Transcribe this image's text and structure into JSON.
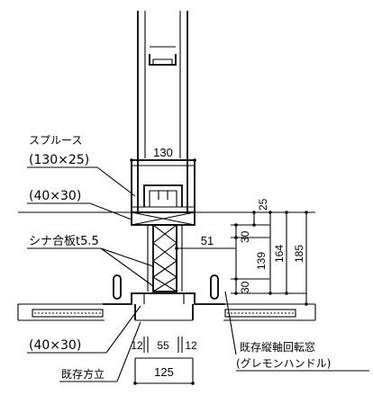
{
  "drawing": {
    "labels": {
      "spruce": "スプルース",
      "spruce_size": "(130×25)",
      "block_upper": "(40×30)",
      "plywood": "シナ合板t5.5",
      "block_lower": "(40×30)",
      "existing_post": "既存方立",
      "existing_window": "既存縦軸回転窓",
      "handle": "(グレモンハンドル)"
    },
    "dimensions": {
      "width_top": "130",
      "d51": "51",
      "d25": "25",
      "d30_upper": "30",
      "d139": "139",
      "d164": "164",
      "d185": "185",
      "d30_lower": "30",
      "d12_left": "12",
      "d55": "55",
      "d12_right": "12",
      "d125": "125"
    }
  }
}
